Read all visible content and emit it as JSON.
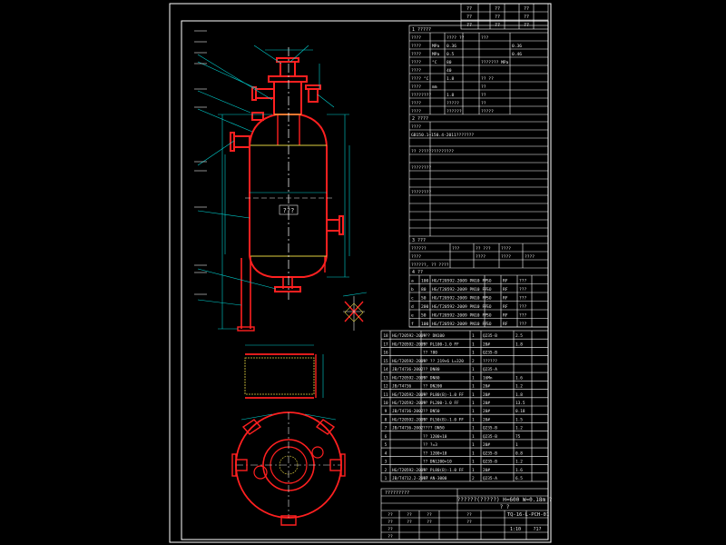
{
  "colors": {
    "background": "#000000",
    "frame": "#ffffff",
    "vessel": "#ff2020",
    "dimension": "#00d0d0",
    "hatch": "#e0d040",
    "centerline": "#e8e8e8"
  },
  "vessel": {
    "body_label": "???"
  },
  "tech_table": {
    "section1_title": "1 ?????",
    "param_rows": [
      [
        "????",
        "",
        "???? ??",
        "???",
        ""
      ],
      [
        "????",
        "MPa",
        "0.36",
        "",
        "0.36"
      ],
      [
        "????",
        "MPa",
        "0.5",
        "",
        "0.46"
      ],
      [
        "????",
        "°C",
        "80",
        "??????? MPa",
        ""
      ],
      [
        "????",
        "",
        "40",
        "",
        ""
      ],
      [
        "???? °C",
        "",
        "1.8",
        "?? ??",
        ""
      ],
      [
        "????",
        "mm",
        "",
        "??",
        ""
      ],
      [
        "????????",
        "",
        "1.8",
        "??",
        ""
      ],
      [
        "????",
        "",
        "?????",
        "??",
        ""
      ],
      [
        "????",
        "",
        "??????",
        "?????",
        ""
      ]
    ],
    "section2_title": "2 ????",
    "std_rows": [
      "????",
      "GB150.1~150.4-2011???????",
      "",
      "?? ??????????????",
      "",
      "????????",
      "",
      "",
      "????????",
      "",
      "",
      "",
      "",
      ""
    ],
    "section3_title": "3 ???",
    "nameplate_rows": [
      [
        "??????",
        "???",
        "?? ???",
        "????",
        ""
      ],
      [
        "????",
        "",
        "????",
        "????",
        "????"
      ],
      [
        "??????, ?? ????",
        "",
        "",
        "",
        ""
      ]
    ],
    "section4_title": "4 ??",
    "nozzle_rows": [
      [
        "a",
        "100",
        "HG/T20592-2009 PN10 FF",
        "SO",
        "RF",
        "???"
      ],
      [
        "b",
        "80",
        "HG/T20592-2009 PN10 FF",
        "SO",
        "RF",
        "???"
      ],
      [
        "c",
        "50",
        "HG/T20592-2009 PN10 FF",
        "SO",
        "RF",
        "???"
      ],
      [
        "d",
        "200",
        "HG/T20592-2009 PN10 FF",
        "SO",
        "RF",
        "???"
      ],
      [
        "e",
        "50",
        "HG/T20592-2009 PN10 FF",
        "SO",
        "RF",
        "???"
      ],
      [
        "f",
        "100",
        "HG/T20592-2009 PN10 FF",
        "SO",
        "RF",
        "???"
      ]
    ]
  },
  "parts_table": {
    "rows": [
      [
        "18",
        "HG/T20592-2009",
        "??? DN100",
        "1",
        "Q235-B",
        "2.5"
      ],
      [
        "17",
        "HG/T20592-2009",
        "?? PL100-1.0 FF",
        "1",
        "20#",
        "1.8"
      ],
      [
        "16",
        "",
        "?? ?80",
        "1",
        "Q235-B",
        ""
      ],
      [
        "15",
        "HG/T20592-2009",
        "?? ?? 219×6 L=320",
        "2",
        "??????",
        ""
      ],
      [
        "14",
        "JB/T4736-2002",
        "?? DN80",
        "1",
        "Q235-A",
        ""
      ],
      [
        "13",
        "HG/T20592-2009",
        "?? DN80",
        "1",
        "16Mn",
        "1.6"
      ],
      [
        "12",
        "JB/T4736",
        "?? DN200",
        "1",
        "20#",
        "1.2"
      ],
      [
        "11",
        "HG/T20592-2009",
        "?? PL80(B)-1.0 FF",
        "1",
        "20#",
        "1.8"
      ],
      [
        "10",
        "HG/T20592-2009",
        "?? PL200-1.0 FF",
        "1",
        "20#",
        "13.5"
      ],
      [
        "9",
        "JB/T4736-2002",
        "?? DN50",
        "1",
        "20#",
        "0.18"
      ],
      [
        "8",
        "HG/T20592-2009",
        "?? PL50(B)-1.0 FF",
        "1",
        "20#",
        "1.5"
      ],
      [
        "7",
        "JB/T4736-2002",
        "???? DN50",
        "1",
        "Q235-B",
        "1.2"
      ],
      [
        "6",
        "",
        "?? 1200×10",
        "1",
        "Q235-B",
        "75"
      ],
      [
        "5",
        "",
        "?? ?=3",
        "1",
        "20#",
        "1"
      ],
      [
        "4",
        "",
        "?? 1200×10",
        "1",
        "Q235-B",
        "0.8"
      ],
      [
        "3",
        "",
        "?? DN1200×10",
        "1",
        "Q235-B",
        "1.2"
      ],
      [
        "2",
        "HG/T20592-2009",
        "?? PL80(B)-1.0 FF",
        "1",
        "20#",
        "1.6"
      ],
      [
        "1",
        "JB/T4712.2-2007",
        "?? AN-3000",
        "2",
        "Q235-A",
        "6.5"
      ]
    ]
  },
  "title_block": {
    "drawing_title": "??????(?????) H=600 W=0.18m ?",
    "sub_title": "? ?",
    "drawing_number": "TQ-16-L-PCH-01",
    "labels": [
      "??",
      "??",
      "??",
      "??",
      "??",
      "??",
      "??",
      "??",
      "??",
      "??"
    ],
    "scale_label": "1:10",
    "sheet_label": "?1?",
    "left_note": "?????????"
  },
  "revision_block": {
    "labels": [
      "??",
      "??",
      "??",
      "??",
      "??",
      "??",
      "??",
      "??",
      "??"
    ]
  }
}
